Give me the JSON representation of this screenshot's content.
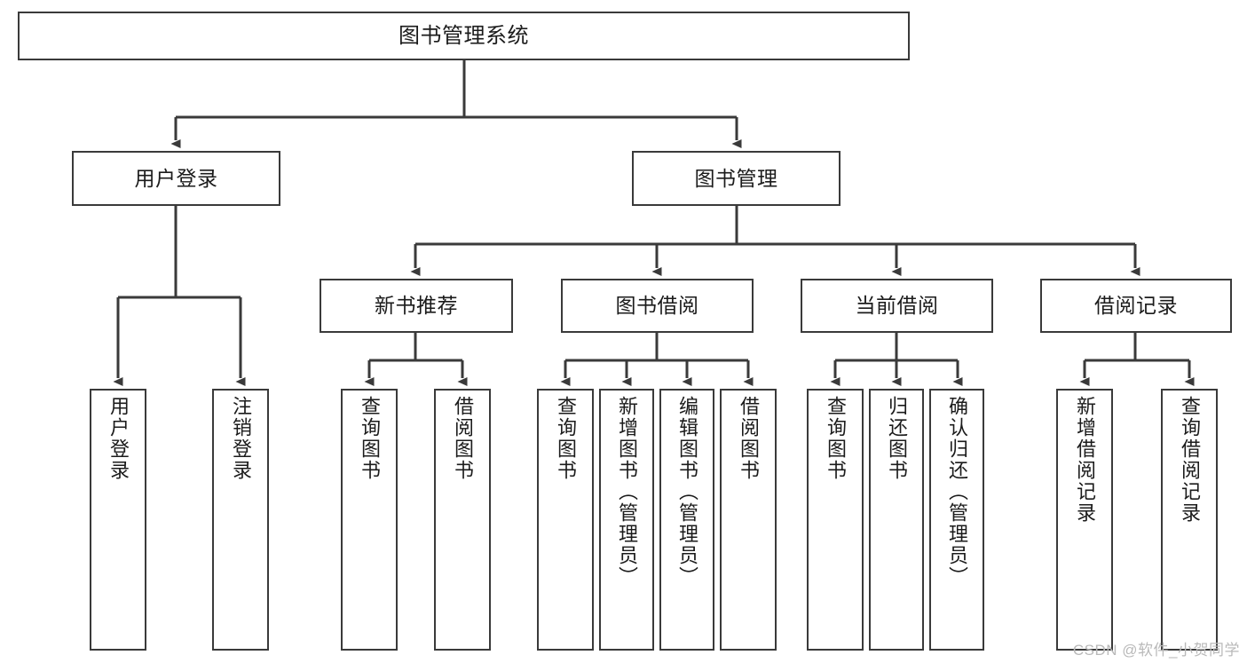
{
  "diagram": {
    "title": "图书管理系统",
    "watermark": "CSDN @软件_小贺同学",
    "colors": {
      "box_border": "#3a3a3a",
      "line": "#3a3a3a",
      "text": "#1b1b1b",
      "background": "#ffffff",
      "watermark": "#b9b9b9"
    },
    "nodes": {
      "root": {
        "label": "图书管理系统"
      },
      "level2": [
        {
          "label": "用户登录"
        },
        {
          "label": "图书管理"
        }
      ],
      "level3": [
        {
          "label": "新书推荐"
        },
        {
          "label": "图书借阅"
        },
        {
          "label": "当前借阅"
        },
        {
          "label": "借阅记录"
        }
      ],
      "leaves": {
        "user_login": [
          {
            "label": "用户登录"
          },
          {
            "label": "注销登录"
          }
        ],
        "new_book": [
          {
            "label": "查询图书"
          },
          {
            "label": "借阅图书"
          }
        ],
        "book_borrow": [
          {
            "label": "查询图书"
          },
          {
            "label": "新增图书（管理员）"
          },
          {
            "label": "编辑图书（管理员）"
          },
          {
            "label": "借阅图书"
          }
        ],
        "current_borrow": [
          {
            "label": "查询图书"
          },
          {
            "label": "归还图书"
          },
          {
            "label": "确认归还（管理员）"
          }
        ],
        "borrow_record": [
          {
            "label": "新增借阅记录"
          },
          {
            "label": "查询借阅记录"
          }
        ]
      }
    }
  }
}
